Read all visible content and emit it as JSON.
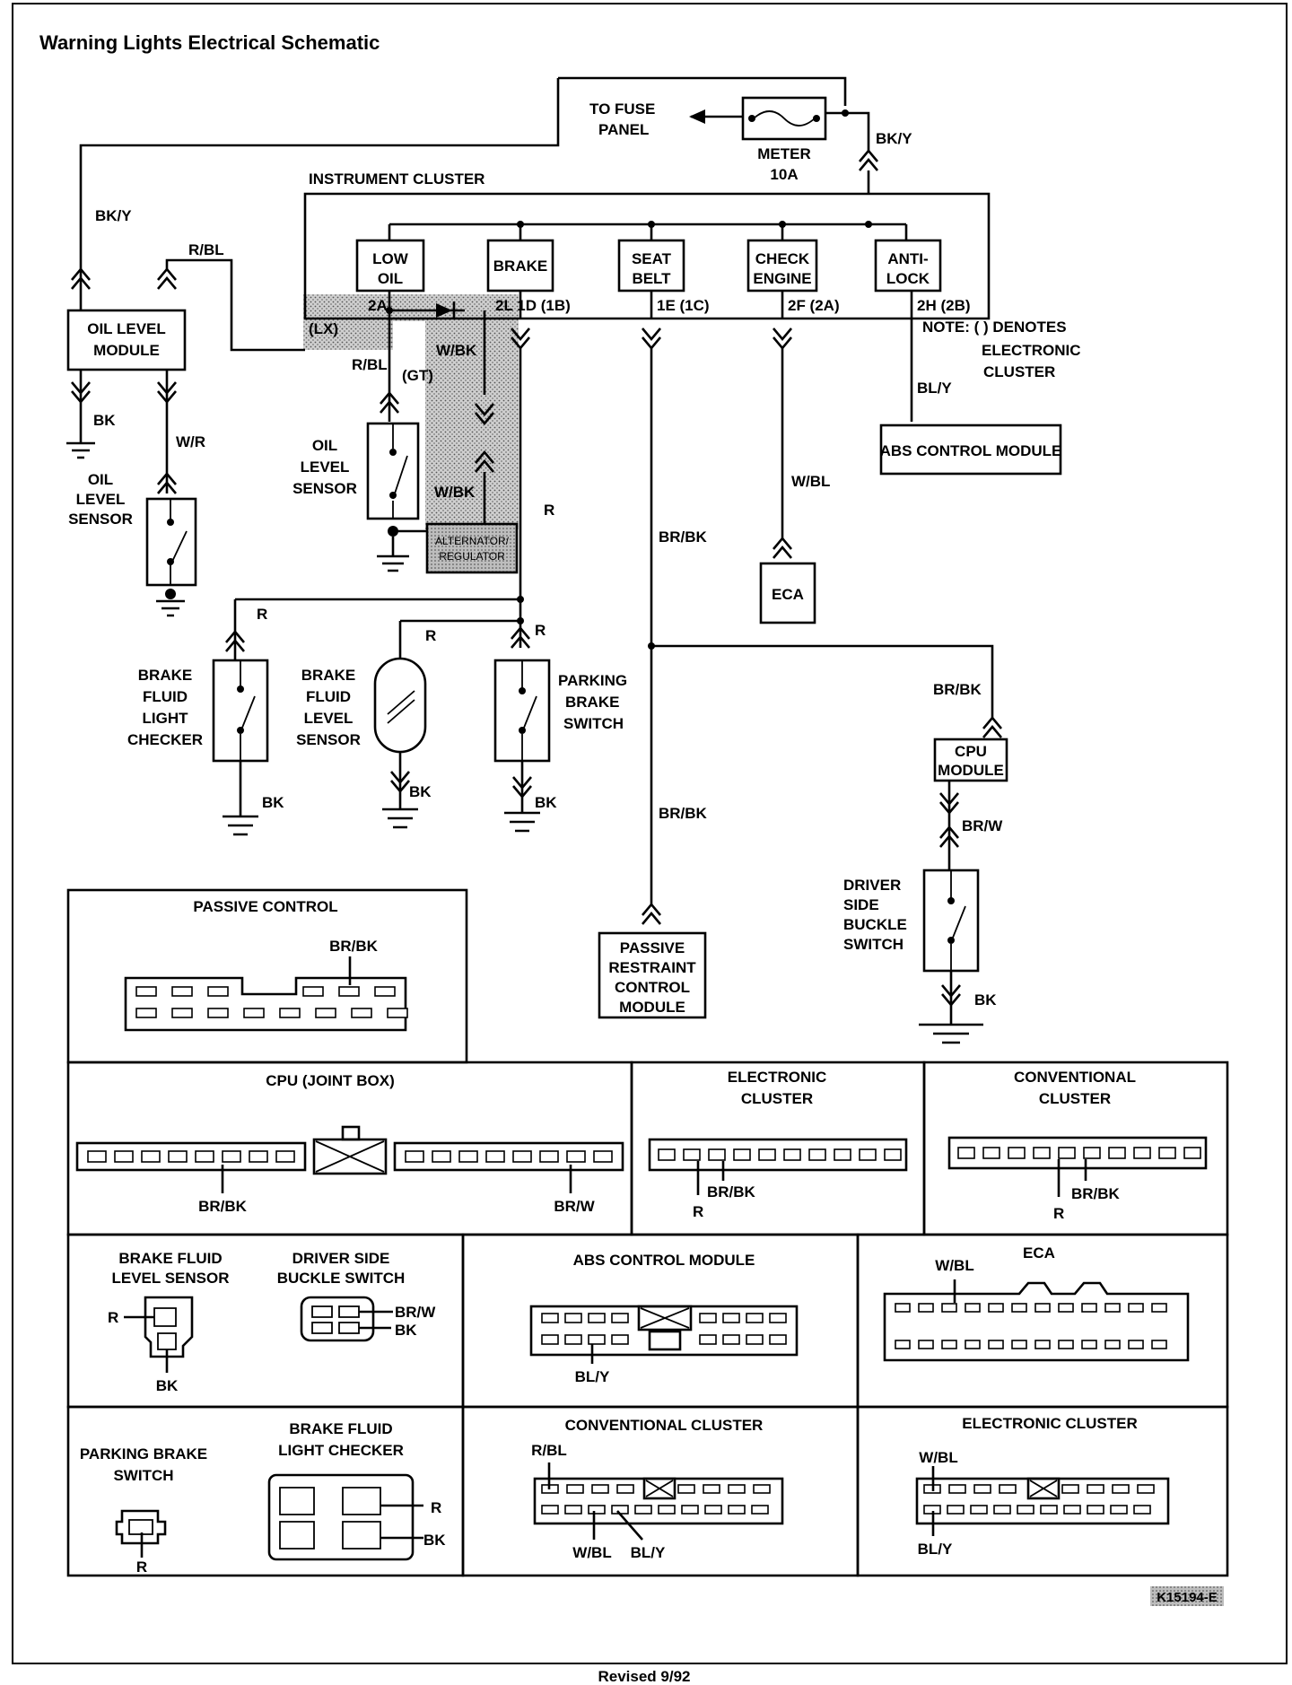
{
  "title": "Warning Lights Electrical Schematic",
  "footer": "Revised 9/92",
  "figure_id": "K15194-E",
  "top": {
    "to_fuse_panel": [
      "TO FUSE",
      "PANEL"
    ],
    "meter": "METER",
    "meter_rating": "10A",
    "bky_right": "BK/Y",
    "bky_left": "BK/Y",
    "instrument_cluster": "INSTRUMENT CLUSTER"
  },
  "lamps": [
    {
      "label": [
        "LOW",
        "OIL"
      ],
      "pin": "2A"
    },
    {
      "label": [
        "BRAKE"
      ],
      "pin": "2L  1D (1B)"
    },
    {
      "label": [
        "SEAT",
        "BELT"
      ],
      "pin": "1E (1C)"
    },
    {
      "label": [
        "CHECK",
        "ENGINE"
      ],
      "pin": "2F (2A)"
    },
    {
      "label": [
        "ANTI-",
        "LOCK"
      ],
      "pin": "2H (2B)"
    }
  ],
  "note": [
    "NOTE: ( ) DENOTES",
    "ELECTRONIC",
    "CLUSTER"
  ],
  "wires": {
    "r_bl_top": "R/BL",
    "r_bl": "R/BL",
    "lx": "(LX)",
    "gt": "(GT)",
    "w_bk_1": "W/BK",
    "w_bk_2": "W/BK",
    "bk": "BK",
    "w_r": "W/R",
    "r": "R",
    "br_bk": "BR/BK",
    "w_bl": "W/BL",
    "bl_y": "BL/Y",
    "br_w": "BR/W"
  },
  "components": {
    "oil_level_module": [
      "OIL LEVEL",
      "MODULE"
    ],
    "oil_level_sensor_left": [
      "OIL",
      "LEVEL",
      "SENSOR"
    ],
    "oil_level_sensor_mid": [
      "OIL",
      "LEVEL",
      "SENSOR"
    ],
    "alternator": [
      "ALTERNATOR/",
      "REGULATOR"
    ],
    "abs_control_module": "ABS CONTROL MODULE",
    "eca": "ECA",
    "brake_fluid_light_checker": [
      "BRAKE",
      "FLUID",
      "LIGHT",
      "CHECKER"
    ],
    "brake_fluid_level_sensor": [
      "BRAKE",
      "FLUID",
      "LEVEL",
      "SENSOR"
    ],
    "parking_brake_switch": [
      "PARKING",
      "BRAKE",
      "SWITCH"
    ],
    "cpu_module": [
      "CPU",
      "MODULE"
    ],
    "driver_side_buckle_switch": [
      "DRIVER",
      "SIDE",
      "BUCKLE",
      "SWITCH"
    ],
    "passive_restraint_module": [
      "PASSIVE",
      "RESTRAINT",
      "CONTROL",
      "MODULE"
    ]
  },
  "connectors": {
    "passive_control": {
      "title": "PASSIVE CONTROL",
      "wire": "BR/BK"
    },
    "cpu_joint_box": {
      "title": "CPU (JOINT BOX)",
      "wire_left": "BR/BK",
      "wire_right": "BR/W"
    },
    "electronic_cluster_top": {
      "title": [
        "ELECTRONIC",
        "CLUSTER"
      ],
      "wire_a": "BR/BK",
      "wire_b": "R"
    },
    "conventional_cluster_top": {
      "title": [
        "CONVENTIONAL",
        "CLUSTER"
      ],
      "wire_a": "BR/BK",
      "wire_b": "R"
    },
    "brake_fluid_level_sensor": {
      "title": [
        "BRAKE FLUID",
        "LEVEL SENSOR"
      ],
      "wire_a": "R",
      "wire_b": "BK"
    },
    "driver_side_buckle_switch": {
      "title": [
        "DRIVER SIDE",
        "BUCKLE SWITCH"
      ],
      "wire_a": "BR/W",
      "wire_b": "BK"
    },
    "abs_control_module": {
      "title": "ABS CONTROL MODULE",
      "wire": "BL/Y"
    },
    "eca": {
      "title": "ECA",
      "wire": "W/BL"
    },
    "parking_brake_switch": {
      "title": [
        "PARKING BRAKE",
        "SWITCH"
      ],
      "wire": "R"
    },
    "brake_fluid_light_checker": {
      "title": [
        "BRAKE FLUID",
        "LIGHT CHECKER"
      ],
      "wire_a": "R",
      "wire_b": "BK"
    },
    "conventional_cluster_bottom": {
      "title": "CONVENTIONAL CLUSTER",
      "wire_a": "R/BL",
      "wire_b": "W/BL",
      "wire_c": "BL/Y"
    },
    "electronic_cluster_bottom": {
      "title": "ELECTRONIC CLUSTER",
      "wire_a": "W/BL",
      "wire_b": "BL/Y"
    }
  }
}
